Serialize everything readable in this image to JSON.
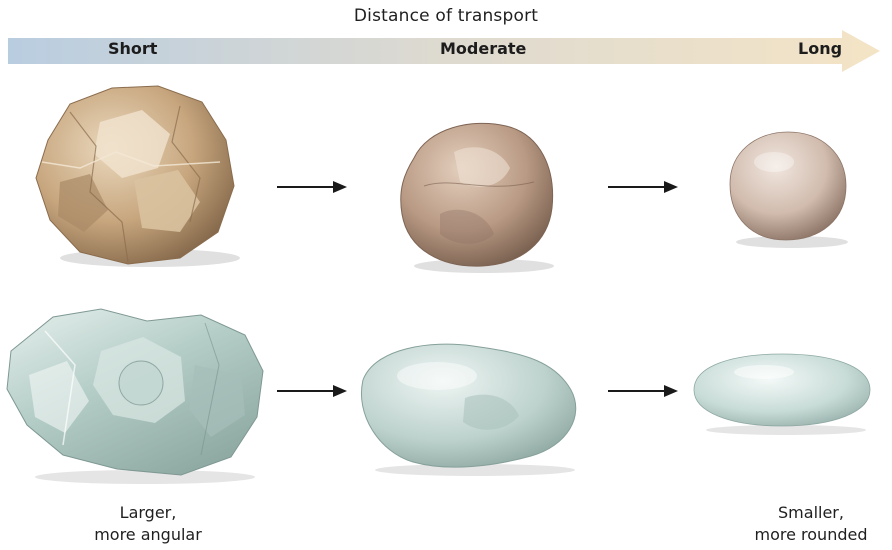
{
  "header": {
    "title": "Distance of transport",
    "scale_labels": {
      "short": "Short",
      "moderate": "Moderate",
      "long": "Long"
    },
    "gradient_colors": [
      "#b9cde0",
      "#dedad0",
      "#f4e4c6"
    ]
  },
  "rows": [
    {
      "material": "angular-tan-rock",
      "stones": [
        "large angular tan stone",
        "moderately rounded tan stone",
        "small rounded tan stone"
      ]
    },
    {
      "material": "glassy-clear-rock",
      "stones": [
        "large angular clear stone",
        "moderately rounded clear stone",
        "small rounded clear stone"
      ]
    }
  ],
  "captions": {
    "left": {
      "line1": "Larger,",
      "line2": "more angular"
    },
    "right": {
      "line1": "Smaller,",
      "line2": "more rounded"
    }
  },
  "colors": {
    "tan_stone": "#c9ad8c",
    "tan_rounded": "#d3bcae",
    "clear_stone": "#b9cfc9",
    "arrow": "#1a1a1a"
  }
}
